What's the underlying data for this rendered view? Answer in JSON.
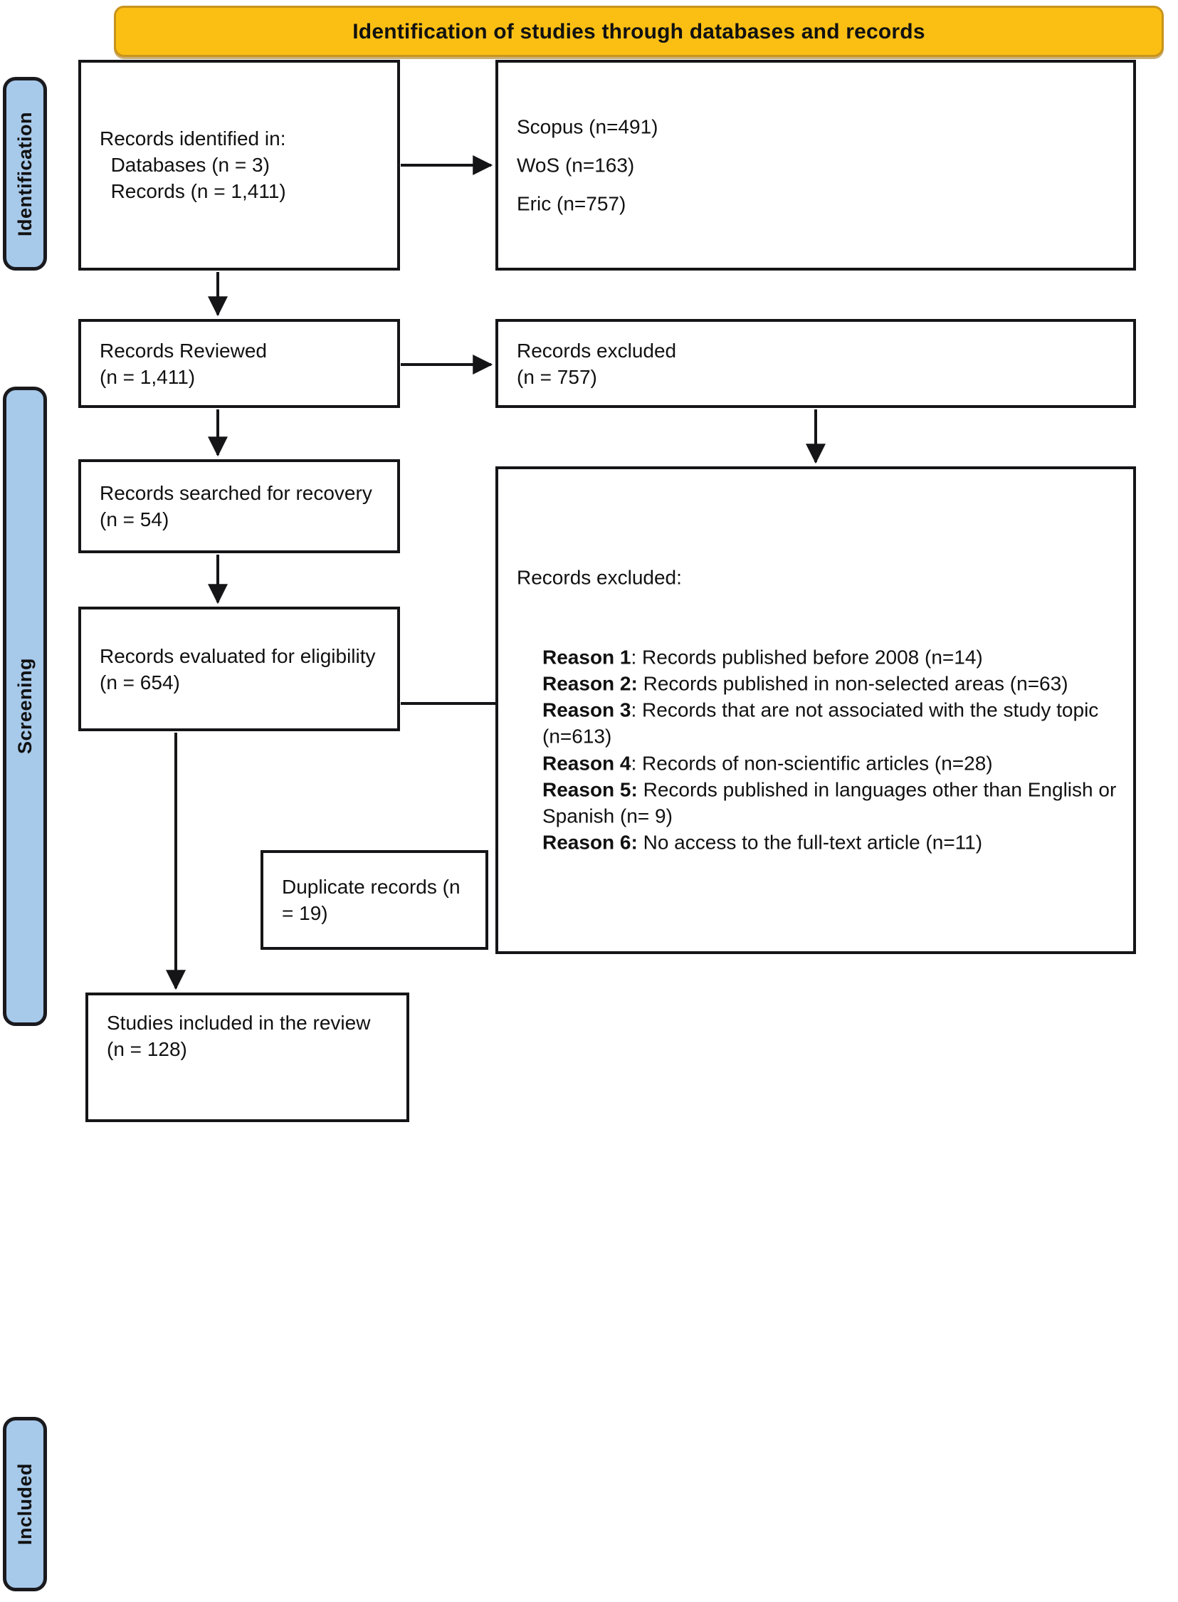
{
  "header": {
    "title": "Identification of studies through databases and records",
    "bg_color": "#FBBF14",
    "border_color": "#C8941B"
  },
  "stages": [
    {
      "key": "identification",
      "label": "Identification"
    },
    {
      "key": "screening",
      "label": "Screening"
    },
    {
      "key": "included",
      "label": "Included"
    }
  ],
  "stage_tab_color": "#A7C9EA",
  "boxes": {
    "identified": "Records identified in:\n  Databases (n = 3)\n  Records (n = 1,411)",
    "sources": "Scopus (n=491)\nWoS (n=163)\nEric (n=757)",
    "reviewed": "Records Reviewed\n(n = 1,411)",
    "excluded_count": "Records excluded\n(n = 757)",
    "recovery": "Records searched for recovery\n(n = 54)",
    "eligibility": "Records evaluated for eligibility\n(n = 654)",
    "duplicates": "Duplicate records (n = 19)",
    "included": "Studies included in the review\n(n = 128)"
  },
  "reasons_box": {
    "heading": "Records excluded:",
    "items": [
      {
        "label": "Reason 1",
        "sep": ":",
        "text": " Records published before 2008 (n=14)",
        "bold_sep": false
      },
      {
        "label": "Reason 2",
        "sep": ":",
        "text": " Records published in non-selected areas (n=63)",
        "bold_sep": true
      },
      {
        "label": "Reason 3",
        "sep": ":",
        "text": " Records that are not associated with the study topic (n=613)",
        "bold_sep": false
      },
      {
        "label": "Reason 4",
        "sep": ":",
        "text": " Records of non-scientific articles (n=28)",
        "bold_sep": false
      },
      {
        "label": "Reason 5",
        "sep": ":",
        "text": " Records published in languages other than English or Spanish (n= 9)",
        "bold_sep": true
      },
      {
        "label": "Reason 6",
        "sep": ":",
        "text": " No access to the full-text article (n=11)",
        "bold_sep": true
      }
    ]
  },
  "chart_data": {
    "type": "diagram",
    "title": "Identification of studies through databases and records",
    "nodes": [
      {
        "id": "identified",
        "stage": "Identification",
        "label": "Records identified in: Databases (n = 3), Records (n = 1,411)",
        "n": 1411
      },
      {
        "id": "sources",
        "stage": "Identification",
        "label": "Scopus (n=491), WoS (n=163), Eric (n=757)"
      },
      {
        "id": "reviewed",
        "stage": "Screening",
        "label": "Records Reviewed (n = 1,411)",
        "n": 1411
      },
      {
        "id": "excluded_1",
        "stage": "Screening",
        "label": "Records excluded (n = 757)",
        "n": 757
      },
      {
        "id": "recovery",
        "stage": "Screening",
        "label": "Records searched for recovery (n = 54)",
        "n": 54
      },
      {
        "id": "eligibility",
        "stage": "Screening",
        "label": "Records evaluated for eligibility (n = 654)",
        "n": 654
      },
      {
        "id": "reasons",
        "stage": "Screening",
        "label": "Records excluded by reason"
      },
      {
        "id": "duplicates",
        "stage": "Screening",
        "label": "Duplicate records (n = 19)",
        "n": 19
      },
      {
        "id": "included",
        "stage": "Included",
        "label": "Studies included in the review (n = 128)",
        "n": 128
      }
    ],
    "edges": [
      {
        "from": "identified",
        "to": "sources"
      },
      {
        "from": "identified",
        "to": "reviewed"
      },
      {
        "from": "reviewed",
        "to": "excluded_1"
      },
      {
        "from": "reviewed",
        "to": "recovery"
      },
      {
        "from": "excluded_1",
        "to": "reasons"
      },
      {
        "from": "recovery",
        "to": "eligibility"
      },
      {
        "from": "eligibility",
        "to": "duplicates"
      },
      {
        "from": "eligibility",
        "to": "included"
      }
    ],
    "counts": {
      "databases": 3,
      "records_identified": 1411,
      "scopus": 491,
      "wos": 163,
      "eric": 757,
      "records_reviewed": 1411,
      "records_excluded": 757,
      "records_recovery": 54,
      "records_eligibility": 654,
      "duplicates": 19,
      "reason_1_before_2008": 14,
      "reason_2_non_selected_areas": 63,
      "reason_3_not_associated_topic": 613,
      "reason_4_non_scientific": 28,
      "reason_5_other_languages": 9,
      "reason_6_no_full_text": 11,
      "studies_included": 128
    }
  }
}
